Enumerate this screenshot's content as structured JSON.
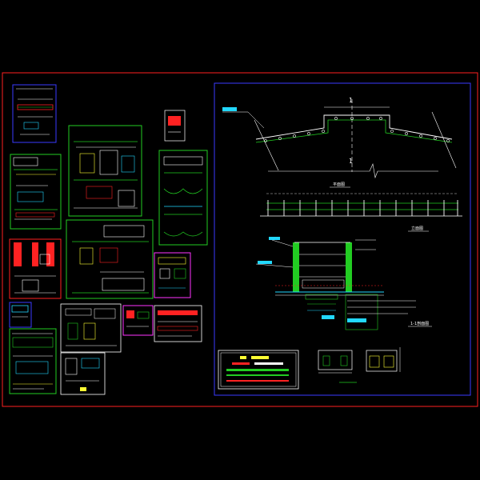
{
  "drawing": {
    "background": "#000000",
    "frame_color": "#ff2020",
    "panel_color": "#3a3aff",
    "colors": {
      "white": "#ffffff",
      "green": "#22cc22",
      "cyan": "#22d8ff",
      "yellow": "#ffff33",
      "red": "#ff2222",
      "magenta": "#ff33ff",
      "blue": "#3a3aff"
    }
  },
  "main_sheet": {
    "section_mark_top": "1",
    "section_mark_bottom": "1",
    "plan_label": "平面图",
    "elevation_label": "立面图",
    "section_label": "1-1剖面图"
  }
}
